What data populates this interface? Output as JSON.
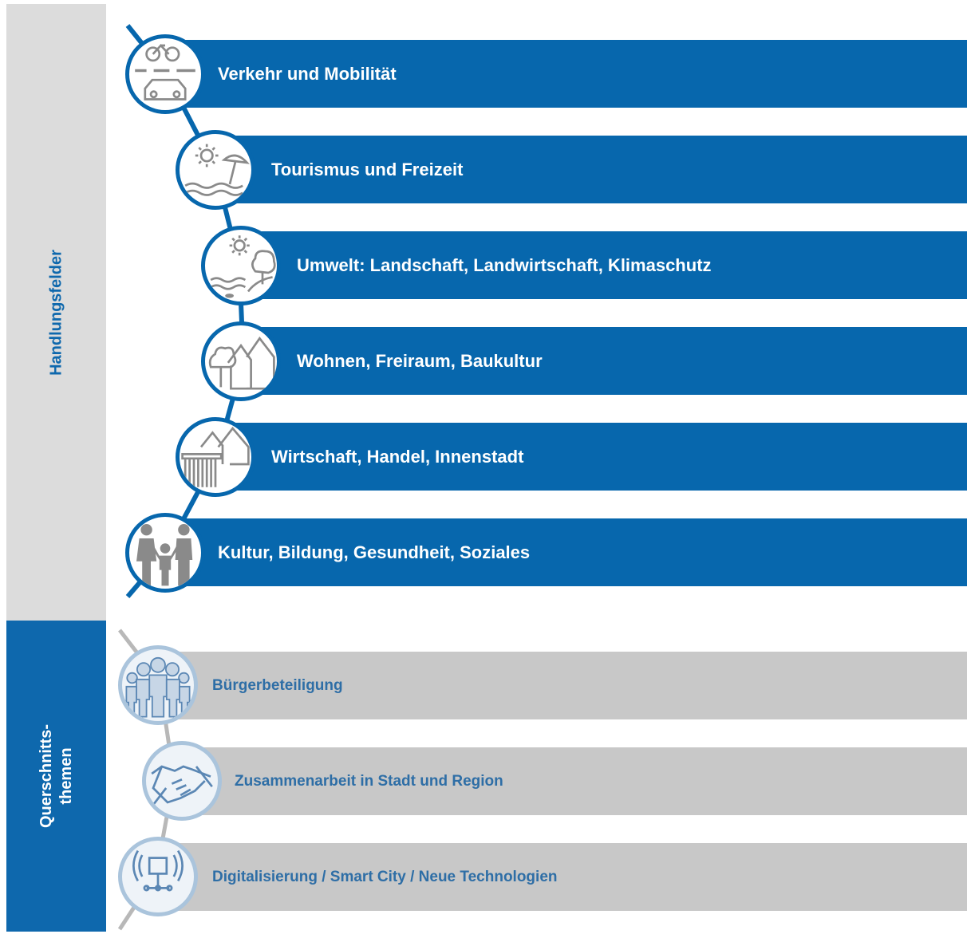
{
  "sidebar": {
    "top_label": "Handlungsfelder",
    "bottom_label_line1": "Querschnitts-",
    "bottom_label_line2": "themen"
  },
  "handlungsfelder": [
    {
      "label": "Verkehr und Mobilität",
      "icon": "bicycle-car-icon"
    },
    {
      "label": "Tourismus und Freizeit",
      "icon": "sun-umbrella-icon"
    },
    {
      "label": "Umwelt: Landschaft, Landwirtschaft, Klimaschutz",
      "icon": "sun-tree-water-icon"
    },
    {
      "label": "Wohnen, Freiraum, Baukultur",
      "icon": "houses-tree-icon"
    },
    {
      "label": "Wirtschaft, Handel, Innenstadt",
      "icon": "market-houses-icon"
    },
    {
      "label": "Kultur, Bildung, Gesundheit, Soziales",
      "icon": "family-icon"
    }
  ],
  "querschnittsthemen": [
    {
      "label": "Bürgerbeteiligung",
      "icon": "people-group-icon"
    },
    {
      "label": "Zusammenarbeit in Stadt und Region",
      "icon": "handshake-icon"
    },
    {
      "label": "Digitalisierung / Smart City / Neue Technologien",
      "icon": "network-signal-icon"
    }
  ],
  "colors": {
    "primary_blue": "#0767ad",
    "sidebar_grey": "#dcdcdc",
    "bar_grey": "#c8c8c8",
    "grey_text": "#2e6ea6"
  }
}
